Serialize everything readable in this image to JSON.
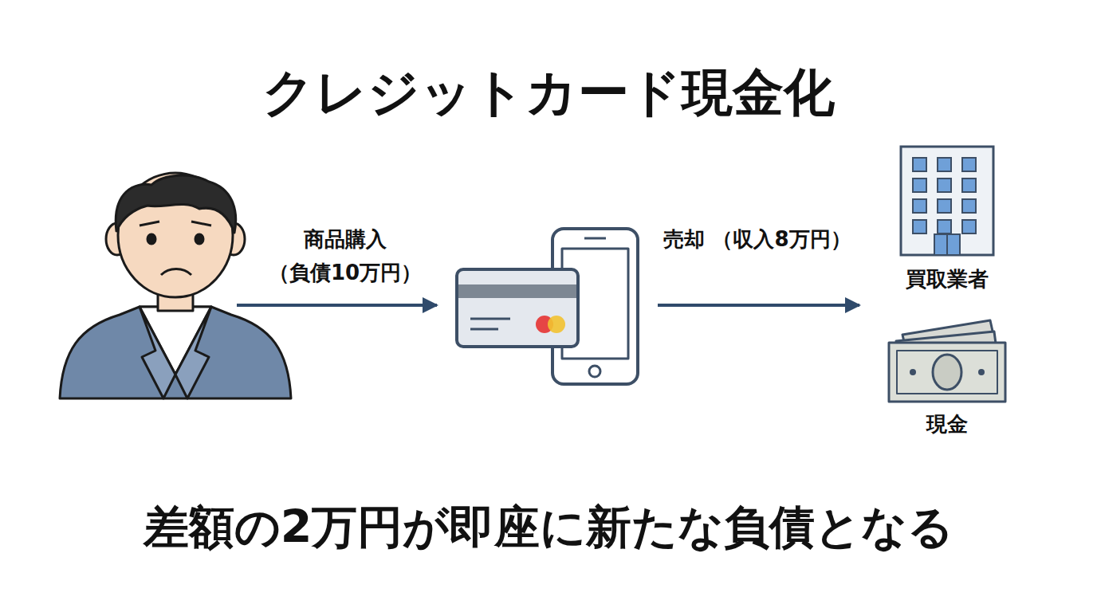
{
  "diagram": {
    "title": "クレジットカード現金化",
    "caption": "差額の2万円が即座に新たな負債となる",
    "nodes": [
      {
        "text": [
          "買取業者"
        ]
      },
      {
        "text": [
          "現金"
        ]
      }
    ],
    "labels": [
      "商品購入 （負債10万円）",
      "売却 （収入8万円）"
    ]
  }
}
